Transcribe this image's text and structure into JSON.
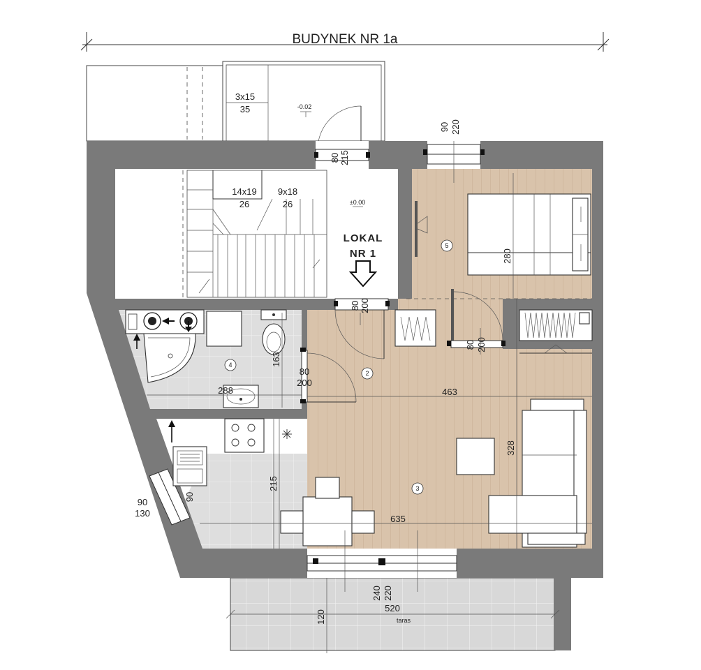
{
  "building": {
    "title": "BUDYNEK NR 1a"
  },
  "unit": {
    "name_line1": "LOKAL",
    "name_line2": "NR 1"
  },
  "levels": {
    "outside": "-0.02",
    "ground": "±0.00"
  },
  "stairs": {
    "outer": {
      "steps": "3x15",
      "count": "35"
    },
    "flight1": {
      "steps": "14x19",
      "count": "26"
    },
    "flight2": {
      "steps": "9x18",
      "count": "26"
    }
  },
  "rooms": {
    "bathroom": {
      "number": "4"
    },
    "hall": {
      "number": "2"
    },
    "living": {
      "number": "3"
    },
    "bedroom": {
      "number": "5"
    }
  },
  "openings": {
    "entry_door": {
      "width": "80",
      "height": "215"
    },
    "bedroom_window": {
      "width": "90",
      "height": "220"
    },
    "unit_door": {
      "width": "80",
      "height": "200"
    },
    "bedroom_door": {
      "width": "80",
      "height": "200"
    },
    "bathroom_door": {
      "width": "80",
      "height": "200"
    },
    "kitchen_window": {
      "width": "90",
      "height": "130"
    },
    "balcony_door": {
      "width": "240",
      "height": "220"
    }
  },
  "dimensions": {
    "bathroom_width": "288",
    "bathroom_depth": "163",
    "bedroom_depth": "280",
    "hall_width": "463",
    "living_depth": "328",
    "kitchen_depth": "215",
    "living_width": "635",
    "terrace_width": "520",
    "terrace_depth": "120",
    "sink_label": "90"
  },
  "terrace": {
    "label": "taras"
  },
  "colors": {
    "wall": "#7a7a7a",
    "wood_floor": "#d9c3ab",
    "tile_floor": "#dcdcdc",
    "terrace_floor": "#d6d6d6"
  }
}
